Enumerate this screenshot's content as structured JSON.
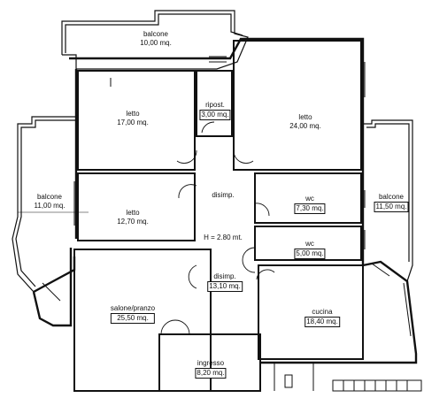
{
  "plan": {
    "height_note": "H = 2.80 mt.",
    "rooms": [
      {
        "id": "balcone_top",
        "name": "balcone",
        "area": "10,00 mq."
      },
      {
        "id": "letto_1",
        "name": "letto",
        "area": "17,00 mq."
      },
      {
        "id": "ripost",
        "name": "ripost.",
        "area": "3,00 mq."
      },
      {
        "id": "letto_2",
        "name": "letto",
        "area": "24,00 mq."
      },
      {
        "id": "balcone_left",
        "name": "balcone",
        "area": "11,00 mq."
      },
      {
        "id": "letto_3",
        "name": "letto",
        "area": "12,70 mq."
      },
      {
        "id": "disimp_1",
        "name": "disimp.",
        "area": ""
      },
      {
        "id": "wc_1",
        "name": "wc",
        "area": "7,30 mq."
      },
      {
        "id": "wc_2",
        "name": "wc",
        "area": "5,00 mq."
      },
      {
        "id": "balcone_right",
        "name": "balcone",
        "area": "11,50 mq."
      },
      {
        "id": "disimp_2",
        "name": "disimp.",
        "area": "13,10 mq."
      },
      {
        "id": "salone",
        "name": "salone/pranzo",
        "area": "25,50 mq."
      },
      {
        "id": "cucina",
        "name": "cucina",
        "area": "18,40 mq."
      },
      {
        "id": "ingresso",
        "name": "ingresso",
        "area": "8,20 mq."
      }
    ]
  }
}
